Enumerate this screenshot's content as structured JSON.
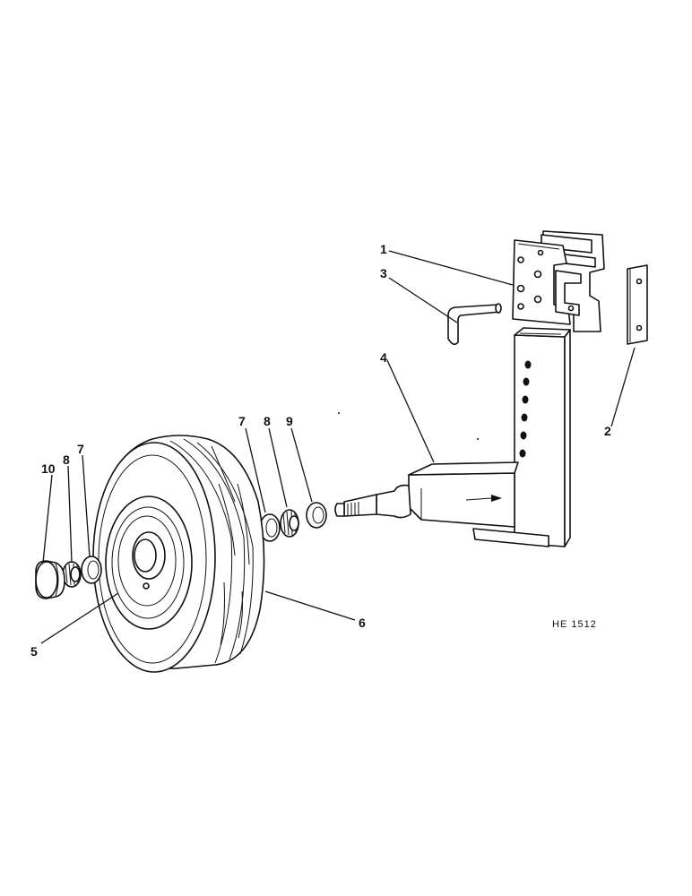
{
  "diagram": {
    "callouts": {
      "c1": "1",
      "c2": "2",
      "c3": "3",
      "c4": "4",
      "c5": "5",
      "c6": "6",
      "c7_left": "7",
      "c7_right": "7",
      "c8_left": "8",
      "c8_right": "8",
      "c9": "9",
      "c10": "10"
    },
    "reference": "HE 1512"
  },
  "colors": {
    "ink": "#111111",
    "paper": "#ffffff"
  }
}
